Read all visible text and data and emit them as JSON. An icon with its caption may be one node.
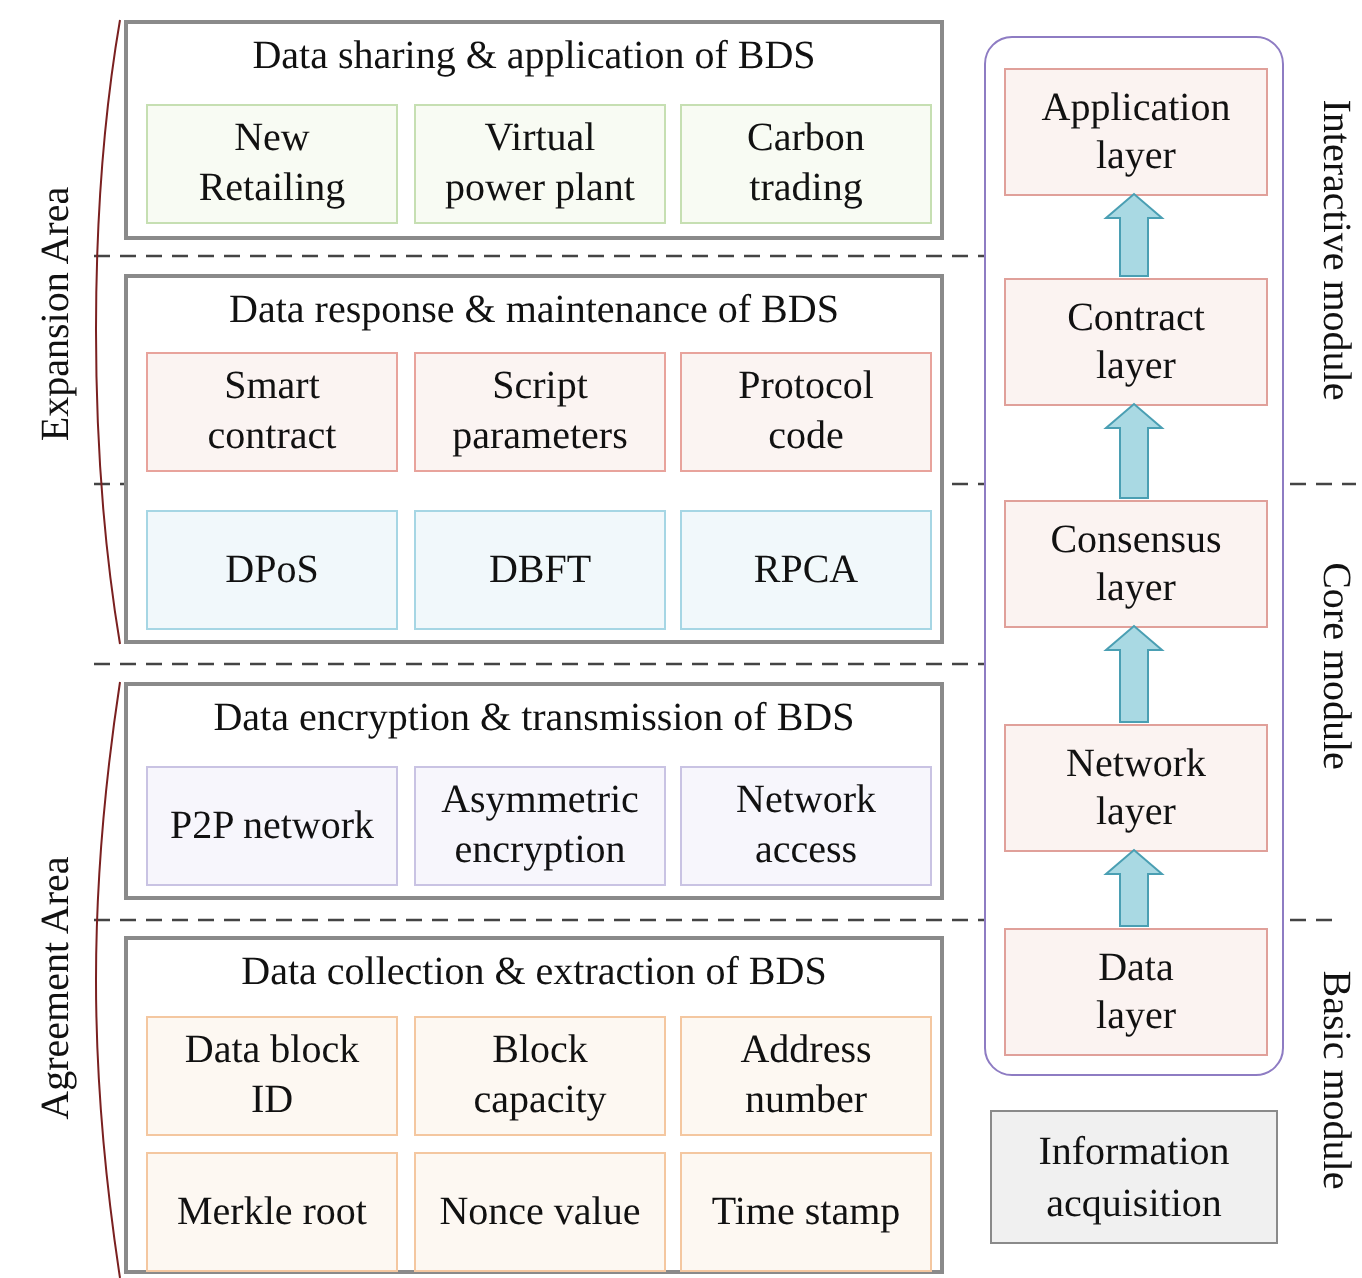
{
  "diagram": {
    "nodes": [
      {
        "text": [
          "Data sharing & application of BDS"
        ]
      },
      {
        "text": [
          "New Retailing"
        ],
        "in": 0
      },
      {
        "text": [
          "Virtual power plant"
        ],
        "in": 0
      },
      {
        "text": [
          "Carbon trading"
        ],
        "in": 0
      },
      {
        "text": [
          "Data response & maintenance of BDS"
        ]
      },
      {
        "text": [
          "Smart contract"
        ],
        "in": 4
      },
      {
        "text": [
          "Script parameters"
        ],
        "in": 4
      },
      {
        "text": [
          "Protocol code"
        ],
        "in": 4
      },
      {
        "text": [
          "DPoS"
        ],
        "in": 4
      },
      {
        "text": [
          "DBFT"
        ],
        "in": 4
      },
      {
        "text": [
          "RPCA"
        ],
        "in": 4
      },
      {
        "text": [
          "Data encryption & transmission of BDS"
        ]
      },
      {
        "text": [
          "P2P network"
        ],
        "in": 11
      },
      {
        "text": [
          "Asymmetric encryption"
        ],
        "in": 11
      },
      {
        "text": [
          "Network access"
        ],
        "in": 11
      },
      {
        "text": [
          "Data collection & extraction of BDS"
        ]
      },
      {
        "text": [
          "Data block ID"
        ],
        "in": 15
      },
      {
        "text": [
          "Block capacity"
        ],
        "in": 15
      },
      {
        "text": [
          "Address number"
        ],
        "in": 15
      },
      {
        "text": [
          "Merkle root"
        ],
        "in": 15
      },
      {
        "text": [
          "Nonce value"
        ],
        "in": 15
      },
      {
        "text": [
          "Time stamp"
        ],
        "in": 15
      },
      {
        "text": [],
        "shape": "box"
      },
      {
        "text": [
          "Application layer"
        ],
        "in": 22
      },
      {
        "text": [
          "Contract layer"
        ],
        "in": 22
      },
      {
        "text": [
          "Consensus layer"
        ],
        "in": 22
      },
      {
        "text": [
          "Network layer"
        ],
        "in": 22
      },
      {
        "text": [
          "Data layer"
        ],
        "in": 22
      },
      {
        "text": [
          "Information acquisition"
        ]
      }
    ],
    "edges": [
      {
        "from": 27,
        "to": 26,
        "arrow": "to",
        "style": "thick"
      },
      {
        "from": 26,
        "to": 25,
        "arrow": "to",
        "style": "thick"
      },
      {
        "from": 25,
        "to": 24,
        "arrow": "to",
        "style": "thick"
      },
      {
        "from": 24,
        "to": 23,
        "arrow": "to",
        "style": "thick"
      }
    ],
    "labels": [
      "Expansion Area",
      "Agreement Area",
      "Interactive module",
      "Core module",
      "Basic module"
    ]
  }
}
